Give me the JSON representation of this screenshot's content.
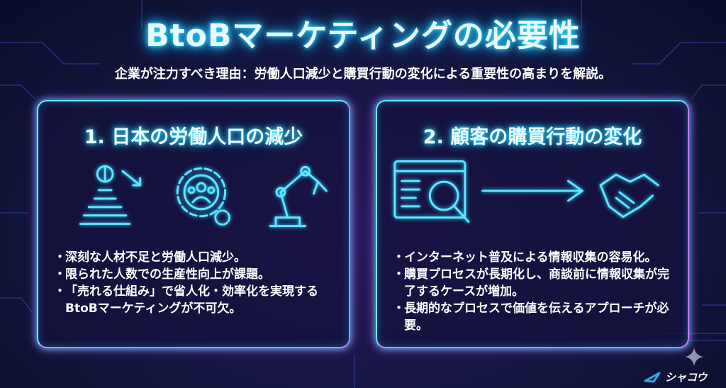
{
  "title": "BtoBマーケティングの必要性",
  "subtitle": "企業が注力すべき理由：労働人口減少と購買行動の変化による重要性の高まりを解説。",
  "panels": [
    {
      "heading": "1. 日本の労働人口の減少",
      "icons": [
        "population-pyramid-decline-icon",
        "gear-people-icon",
        "robot-arm-icon"
      ],
      "bullets": [
        "深刻な人材不足と労働人口減少。",
        "限られた人数での生産性向上が課題。",
        "「売れる仕組み」で省人化・効率化を実現するBtoBマーケティングが不可欠。"
      ]
    },
    {
      "heading": "2. 顧客の購買行動の変化",
      "icons": [
        "web-search-icon",
        "arrow-right-icon",
        "handshake-icon"
      ],
      "bullets": [
        "インターネット普及による情報収集の容易化。",
        "購買プロセスが長期化し、商談前に情報収集が完了するケースが増加。",
        "長期的なプロセスで価値を伝えるアプローチが必要。"
      ]
    }
  ],
  "logo": {
    "text": "シャコウ"
  },
  "colors": {
    "accent": "#5ee6ff",
    "pink": "#e873ea",
    "bg": "#141640"
  }
}
